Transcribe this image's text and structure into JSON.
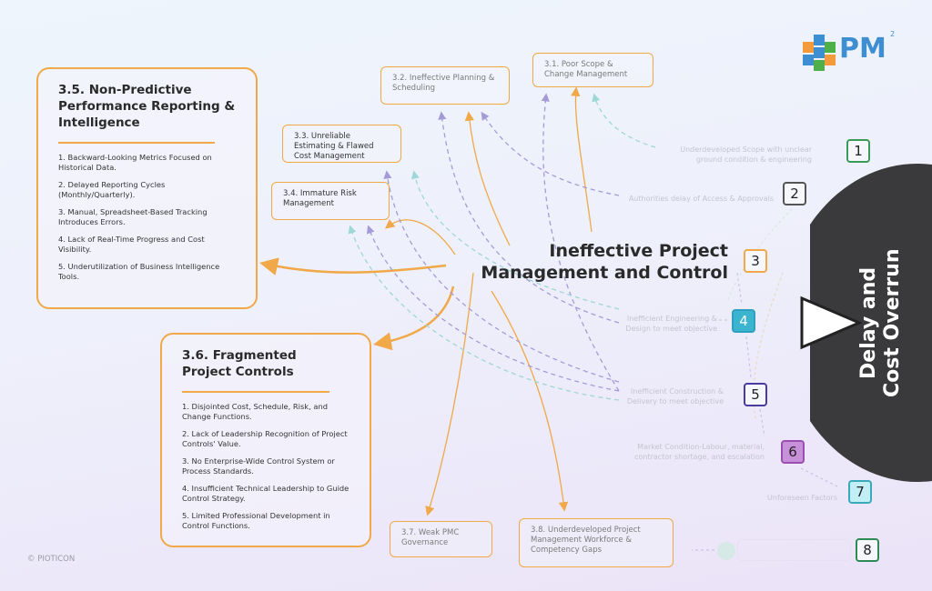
{
  "logo": {
    "text": "PM",
    "superscript": "2"
  },
  "center_title": "Ineffective Project Management and Control",
  "outcome": {
    "label": "Delay and Cost Overrun"
  },
  "boxes": {
    "b35": {
      "title": "3.5. Non-Predictive Performance Reporting & Intelligence",
      "items": [
        "1. Backward-Looking Metrics Focused on Historical Data.",
        "2. Delayed Reporting Cycles (Monthly/Quarterly).",
        "3. Manual, Spreadsheet-Based Tracking Introduces Errors.",
        "4.  Lack of Real-Time Progress and Cost Visibility.",
        "5. Underutilization of Business Intelligence Tools."
      ]
    },
    "b36": {
      "title": "3.6. Fragmented Project Controls",
      "items": [
        "1.  Disjointed Cost, Schedule, Risk, and Change Functions.",
        "2. Lack of Leadership Recognition of Project Controls' Value.",
        "3. No Enterprise-Wide Control System or Process Standards.",
        "4.  Insufficient Technical Leadership to Guide Control Strategy.",
        "5. Limited Professional Development in Control Functions."
      ]
    },
    "b31": "3.1. Poor Scope & Change Management",
    "b32": "3.2. Ineffective Planning & Scheduling",
    "b33": "3.3. Unreliable Estimating & Flawed Cost Management",
    "b34": "3.4. Immature Risk Management",
    "b37": "3.7. Weak PMC Governance",
    "b38": "3.8. Underdeveloped Project Management Workforce & Competency Gaps"
  },
  "factors": [
    {
      "num": "1",
      "label": "Underdeveloped Scope with unclear ground condition & engineering",
      "color": "#3a9a5a"
    },
    {
      "num": "2",
      "label": "Authorities delay of Access & Approvals",
      "color": "#555555"
    },
    {
      "num": "3",
      "label": "",
      "color": "#f0a848"
    },
    {
      "num": "4",
      "label": "Inefficient Engineering & Design to meet objective",
      "color": "#2f9fbf"
    },
    {
      "num": "5",
      "label": "Inefficient Construction & Delivery to meet objective",
      "color": "#4b3aa0"
    },
    {
      "num": "6",
      "label": "Market Condition-Labour, material, contractor shortage, and escalation",
      "color": "#9a4fb0"
    },
    {
      "num": "7",
      "label": "Unforeseen Factors",
      "color": "#3aaabb"
    },
    {
      "num": "8",
      "label": "",
      "color": "#2f8a55"
    }
  ],
  "copyright": "© PIOTICON"
}
